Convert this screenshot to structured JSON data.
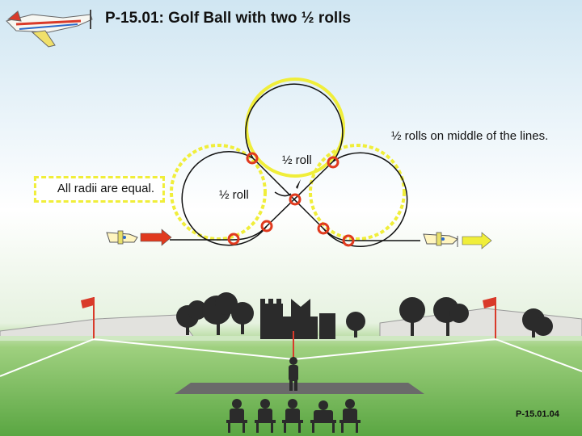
{
  "header": {
    "title": "P-15.01: Golf Ball with two ½ rolls"
  },
  "annotations": {
    "radii_note": "All radii are equal.",
    "rolls_position": "½ rolls on middle of the lines.",
    "half_roll_top": "½ roll",
    "half_roll_left": "½ roll"
  },
  "footer": {
    "page_code": "P-15.01.04"
  },
  "colors": {
    "loop_outline": "#f0ee3a",
    "roll_marker": "#e03a1e",
    "entry_arrow": "#e03a1e",
    "exit_arrow": "#f0ee3a",
    "flag": "#d93a2a",
    "sky_top": "#d0e6f2",
    "grass": "#5aa642"
  },
  "icons": {
    "logo": "aerobatic-plane-icon",
    "entry_plane": "plane-icon",
    "exit_plane": "plane-icon",
    "flags": "flag-icon",
    "pilot": "pilot-icon",
    "judges": "judge-icon"
  }
}
